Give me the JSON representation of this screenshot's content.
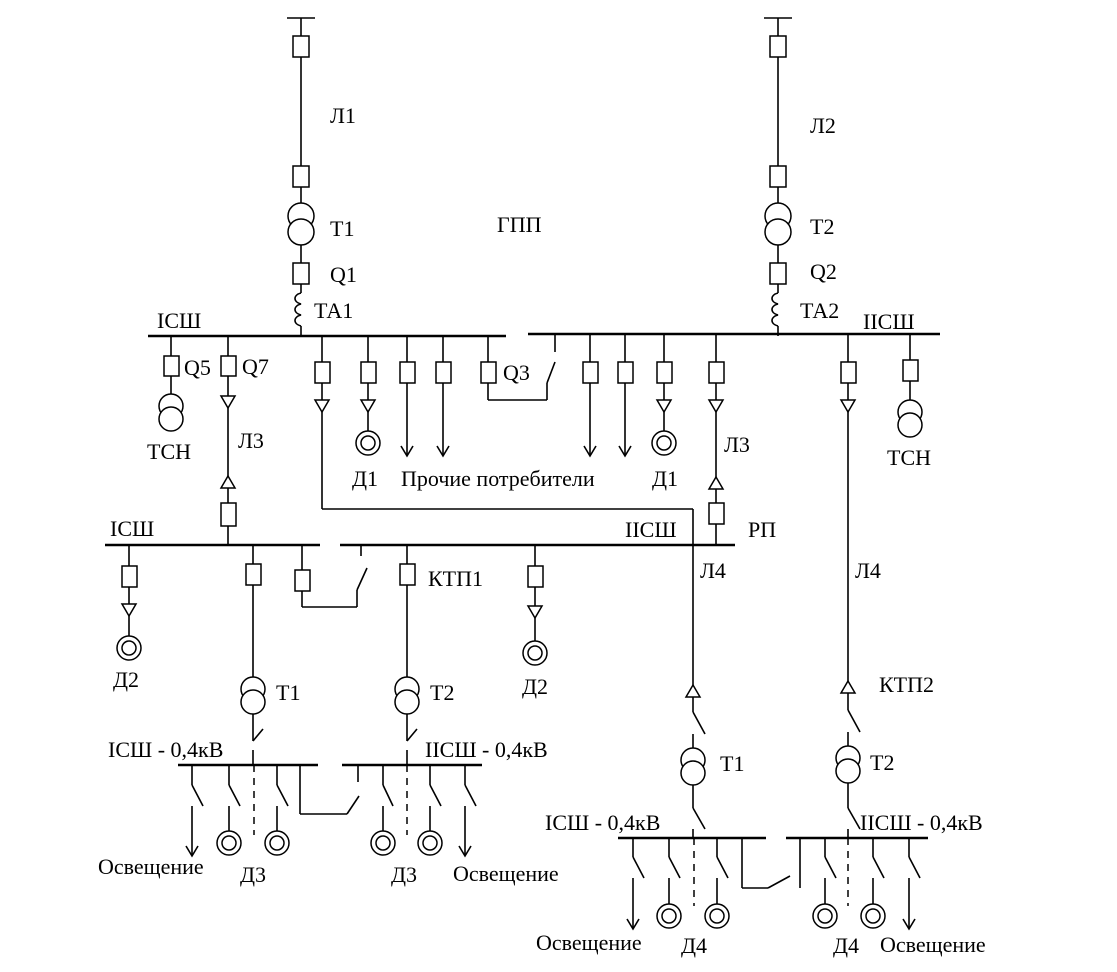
{
  "labels": {
    "l1": "Л1",
    "l2": "Л2",
    "t1": "Т1",
    "t2": "Т2",
    "gpp": "ГПП",
    "q1": "Q1",
    "q2": "Q2",
    "ta1": "ТА1",
    "ta2": "ТА2",
    "bus1": "IСШ",
    "bus2": "IIСШ",
    "q5": "Q5",
    "q7": "Q7",
    "q3": "Q3",
    "tsn_left": "ТСН",
    "tsn_right": "ТСН",
    "l3_left": "Л3",
    "l3_right": "Л3",
    "d1_left": "Д1",
    "d1_right": "Д1",
    "other_consumers": "Прочие потребители",
    "rp_bus1": "IСШ",
    "rp_bus2": "IIСШ",
    "rp": "РП",
    "l4_left": "Л4",
    "l4_right": "Л4",
    "ktp1": "КТП1",
    "ktp2": "КТП2",
    "d2_left": "Д2",
    "d2_right": "Д2",
    "ktp1_t1": "Т1",
    "ktp1_t2": "Т2",
    "ktp1_bus1": "IСШ - 0,4кВ",
    "ktp1_bus2": "IIСШ - 0,4кВ",
    "lighting_1": "Освещение",
    "d3_left": "Д3",
    "d3_right": "Д3",
    "lighting_2": "Освещение",
    "ktp2_t1": "Т1",
    "ktp2_t2": "Т2",
    "ktp2_bus1": "IСШ - 0,4кВ",
    "ktp2_bus2": "IIСШ - 0,4кВ",
    "lighting_3": "Освещение",
    "d4_left": "Д4",
    "d4_right": "Д4",
    "lighting_4": "Освещение"
  }
}
